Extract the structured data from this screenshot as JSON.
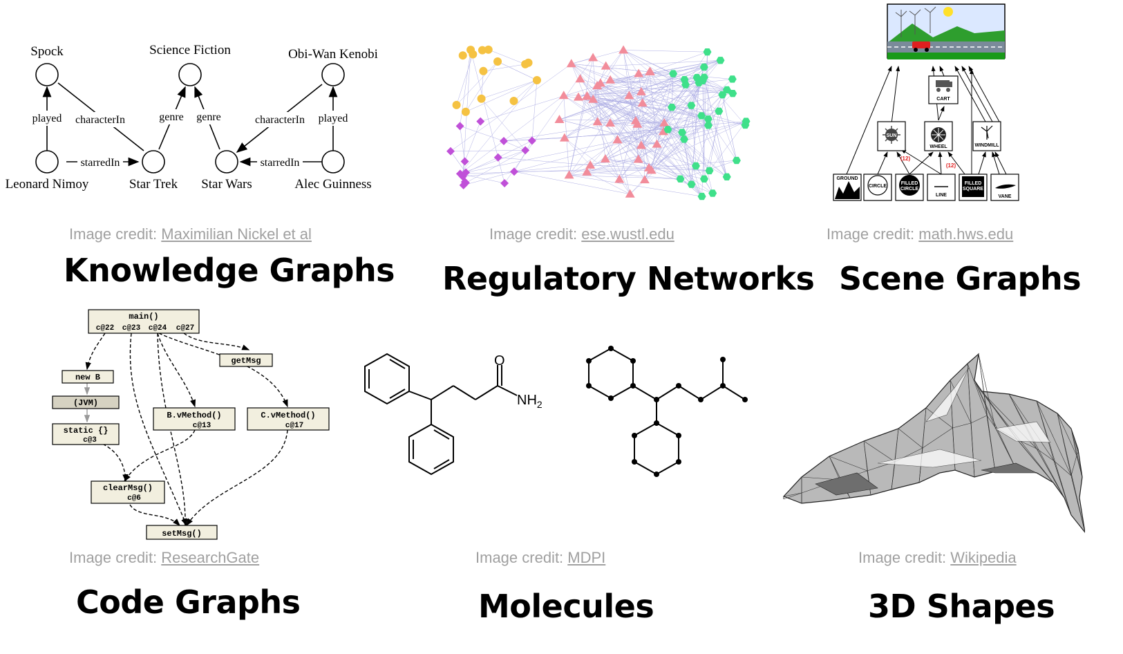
{
  "knowledge_graph": {
    "nodes": {
      "spock": "Spock",
      "science_fiction": "Science Fiction",
      "obi_wan": "Obi-Wan Kenobi",
      "leonard": "Leonard Nimoy",
      "star_trek": "Star Trek",
      "star_wars": "Star Wars",
      "alec": "Alec Guinness"
    },
    "edges": {
      "played_left": "played",
      "character_in_left": "characterIn",
      "genre_left": "genre",
      "genre_right": "genre",
      "character_in_right": "characterIn",
      "played_right": "played",
      "starred_in_left": "starredIn",
      "starred_in_right": "starredIn"
    }
  },
  "scene_graph": {
    "nodes": {
      "cart": "CART",
      "sun": "SUN",
      "wheel": "WHEEL",
      "windmill": "WINDMILL",
      "ground": "GROUND",
      "circle": "CIRCLE",
      "filled_circle_1": "FILLED",
      "filled_circle_2": "CIRCLE",
      "line": "LINE",
      "filled_square_1": "FILLED",
      "filled_square_2": "SQUARE",
      "vane": "VANE"
    },
    "multiplicity_left": "(12)",
    "multiplicity_right": "(12)"
  },
  "code_graph": {
    "main": "main()",
    "main_calls": [
      "c@22",
      "c@23",
      "c@24",
      "c@27"
    ],
    "get_msg": "getMsg",
    "new_b": "new B",
    "jvm": "(JVM)",
    "static_block": "static {}",
    "static_call": "c@3",
    "b_vmethod": "B.vMethod()",
    "b_call": "c@13",
    "c_vmethod": "C.vMethod()",
    "c_call": "c@17",
    "clear_msg": "clearMsg()",
    "clear_call": "c@6",
    "set_msg": "setMsg()"
  },
  "molecule": {
    "oxygen": "O",
    "amine": "NH",
    "amine_sub": "2"
  },
  "panels": [
    {
      "credit_prefix": "Image credit: ",
      "credit_link": "Maximilian Nickel et al",
      "title": "Knowledge Graphs"
    },
    {
      "credit_prefix": "Image credit: ",
      "credit_link": "ese.wustl.edu",
      "title": "Regulatory Networks"
    },
    {
      "credit_prefix": "Image credit: ",
      "credit_link": "math.hws.edu",
      "title": "Scene Graphs"
    },
    {
      "credit_prefix": "Image credit: ",
      "credit_link": "ResearchGate",
      "title": "Code Graphs"
    },
    {
      "credit_prefix": "Image credit: ",
      "credit_link": "MDPI",
      "title": "Molecules"
    },
    {
      "credit_prefix": "Image credit: ",
      "credit_link": "Wikipedia",
      "title": "3D Shapes"
    }
  ],
  "colors": {
    "credit_text": "#a0a0a0",
    "regulatory_orange": "#f5c242",
    "regulatory_purple": "#c050d8",
    "regulatory_pink": "#f28c9a",
    "regulatory_green": "#3fe08a",
    "scene_sky": "#dbe8ff",
    "scene_grass": "#2e9e2e",
    "scene_cart": "#e02020"
  }
}
